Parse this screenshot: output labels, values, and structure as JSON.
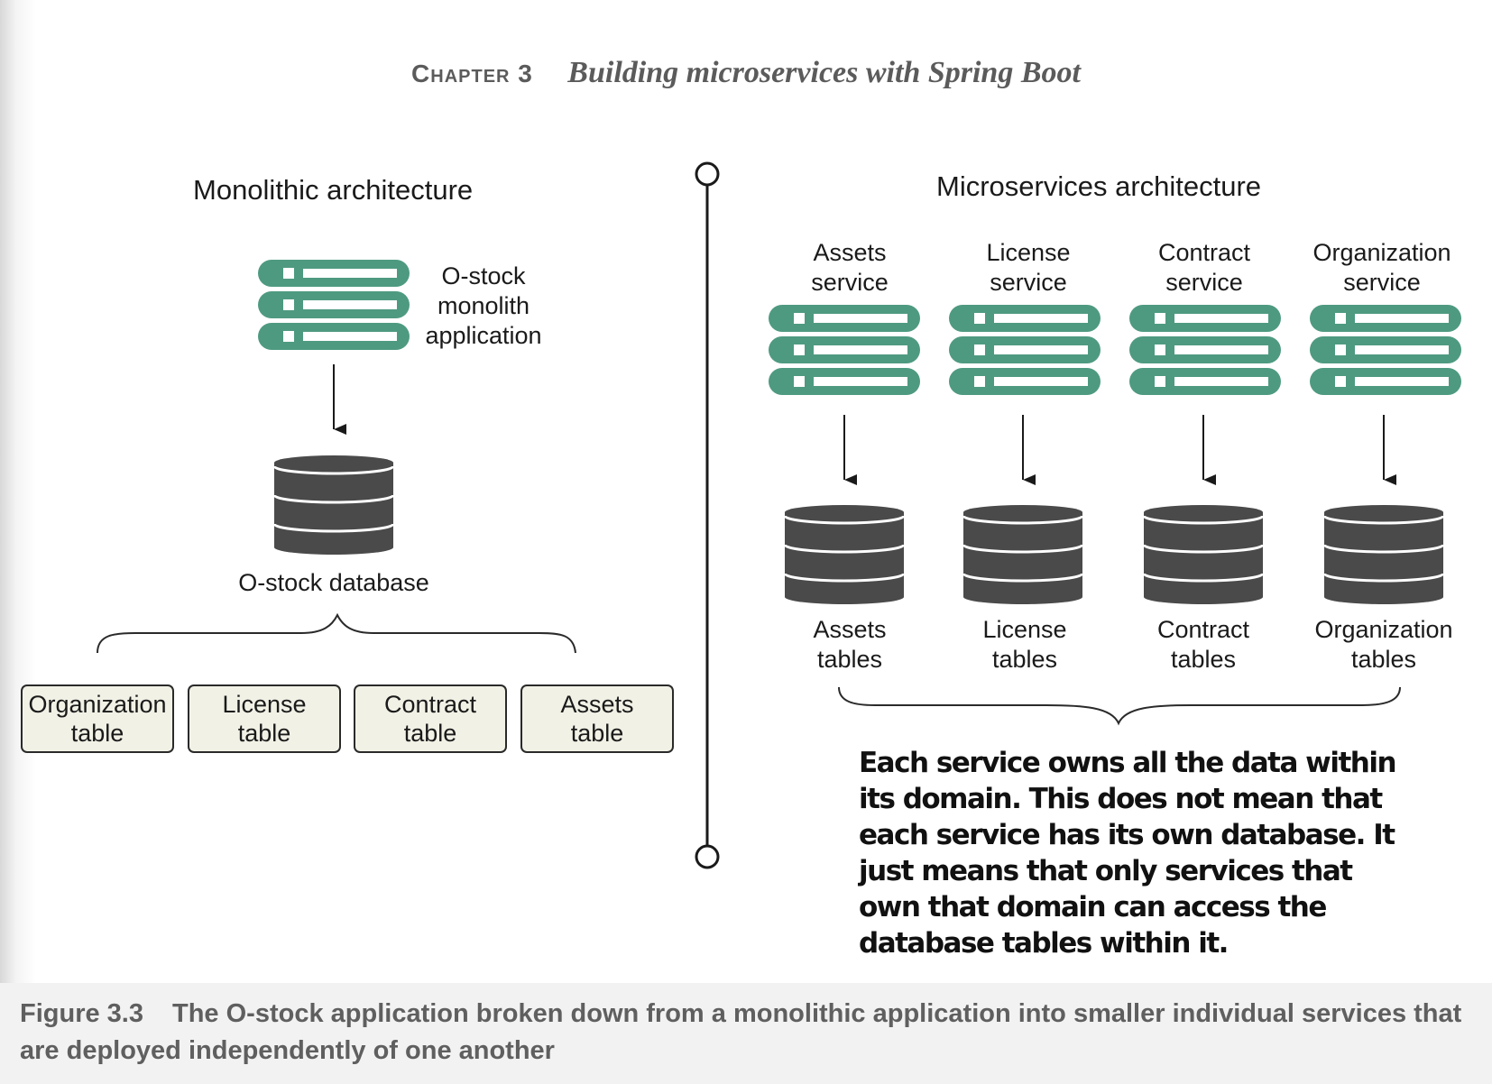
{
  "header": {
    "chapter": "Chapter 3",
    "title": "Building microservices with Spring Boot"
  },
  "monolith": {
    "title": "Monolithic architecture",
    "app_label": "O-stock\nmonolith\napplication",
    "db_label": "O-stock database",
    "tables": [
      "Organization\ntable",
      "License\ntable",
      "Contract\ntable",
      "Assets\ntable"
    ]
  },
  "microservices": {
    "title": "Microservices architecture",
    "services": [
      {
        "name": "Assets\nservice",
        "tables": "Assets\ntables"
      },
      {
        "name": "License\nservice",
        "tables": "License\ntables"
      },
      {
        "name": "Contract\nservice",
        "tables": "Contract\ntables"
      },
      {
        "name": "Organization\nservice",
        "tables": "Organization\ntables"
      }
    ],
    "note": "Each service owns all the data within its domain. This does not mean that each service has its own database. It just means that only services that own that domain can access the database tables within it."
  },
  "caption": {
    "figure": "Figure 3.3",
    "text": "The O-stock application broken down from a monolithic application into smaller individual services that are deployed independently of one another"
  },
  "colors": {
    "server_green": "#4e9a80",
    "database_gray": "#4a4a4a",
    "table_fill": "#f1f1e6"
  }
}
